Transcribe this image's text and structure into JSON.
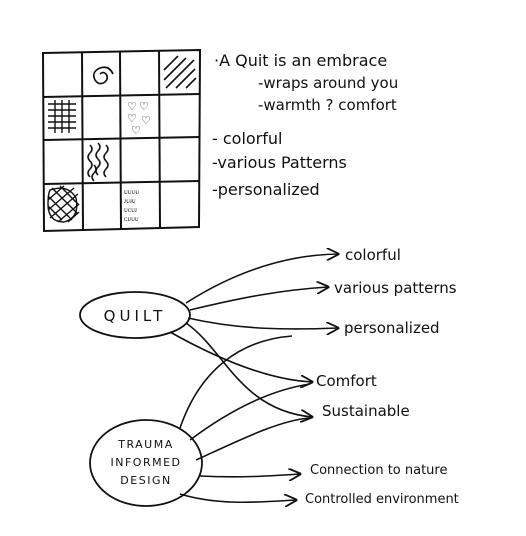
{
  "notes": {
    "title": "·A Quit is an embrace",
    "lines": [
      "-wraps around you",
      "-warmth ? comfort",
      "- colorful",
      "-various Patterns",
      "-personalized"
    ]
  },
  "quilt_grid": {
    "rows": 4,
    "cols": 4,
    "patterns": [
      [
        "",
        "spiral",
        "",
        "diagonal-lines"
      ],
      [
        "grid",
        "",
        "hearts",
        ""
      ],
      [
        "",
        "wavy-lines",
        "",
        ""
      ],
      [
        "crosshatch",
        "",
        "small-marks",
        ""
      ]
    ]
  },
  "map": {
    "hubs": [
      {
        "id": "quilt",
        "label": "QUILT"
      },
      {
        "id": "tid",
        "label_lines": [
          "TRAUMA",
          "INFORMED",
          "DESIGN"
        ]
      }
    ],
    "quilt_targets": [
      "colorful",
      "various patterns",
      "personalized",
      "Comfort",
      "Sustainable"
    ],
    "tid_targets": [
      "personalized",
      "Comfort",
      "Sustainable",
      "Connection to nature",
      "Controlled environment"
    ]
  }
}
